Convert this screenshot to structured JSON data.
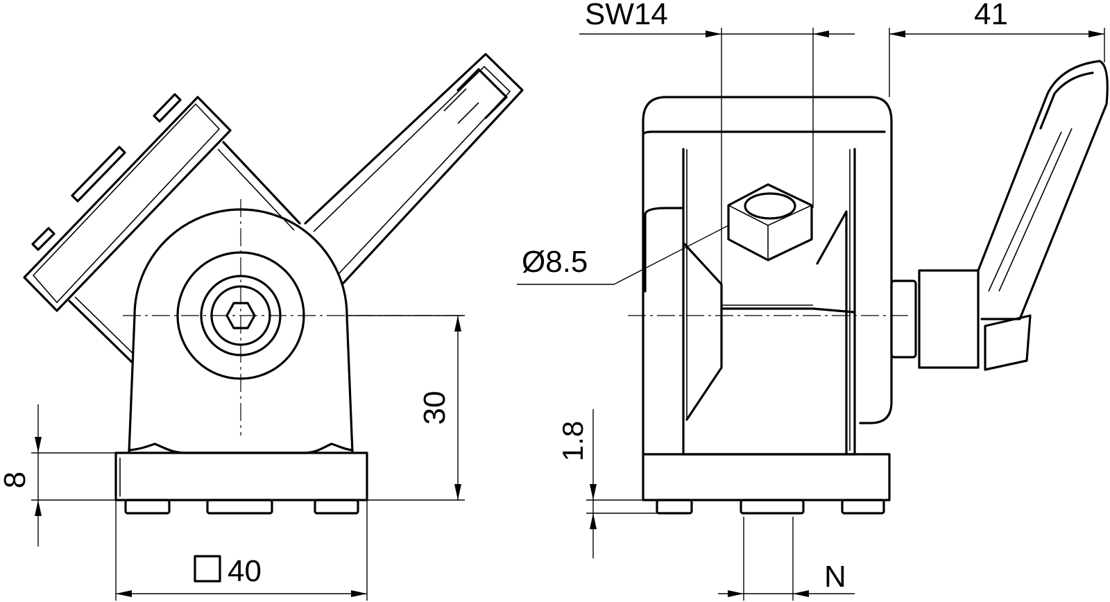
{
  "drawing": {
    "labels": {
      "square_symbol": "□",
      "side_length": "40",
      "height": "30",
      "base_thickness": "8",
      "wrench_size": "SW14",
      "handle_width": "41",
      "bore_diameter": "Ø8.5",
      "gap": "1.8",
      "slot_width": "N"
    }
  }
}
